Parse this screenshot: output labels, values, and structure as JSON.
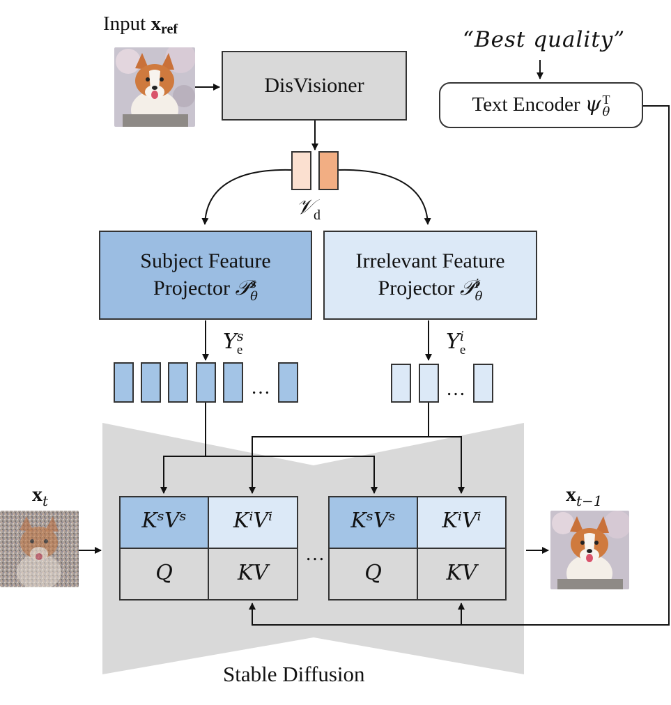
{
  "input_label": "Input ",
  "input_subscript": "ref",
  "input_symbol": "x",
  "disvisioner": "DisVisioner",
  "prompt": "“Best quality”",
  "text_encoder": "Text Encoder ",
  "text_encoder_symbol": "ψ",
  "text_encoder_sub": "θ",
  "text_encoder_sup": "T",
  "v_symbol": "𝒱",
  "v_sub": "d",
  "subject_projector_line1": "Subject Feature",
  "subject_projector_line2": "Projector ",
  "subject_projector_symbol": "𝒫",
  "subject_projector_sub": "θ",
  "subject_projector_sup": "s",
  "irrelevant_projector_line1": "Irrelevant Feature",
  "irrelevant_projector_line2": "Projector ",
  "irrelevant_projector_symbol": "𝒫",
  "irrelevant_projector_sub": "θ",
  "irrelevant_projector_sup": "i",
  "ye_symbol": "Υ",
  "ye_sub": "e",
  "ye_sup_s": "s",
  "ye_sup_i": "i",
  "ellipsis": "…",
  "xt_symbol": "x",
  "xt_sub": "t",
  "xt1_sub": "t−1",
  "attn_ksvs": "KˢVˢ",
  "attn_kivi": "KⁱVⁱ",
  "attn_q": "Q",
  "attn_kv": "KV",
  "stable_diffusion": "Stable Diffusion",
  "colors": {
    "subject_fill": "#a3c4e6",
    "subject_box": "#9bbde2",
    "irrelevant_fill": "#dce9f7",
    "disvisioner_fill": "#d9d9d9",
    "unet_fill": "#d9d9d9",
    "token_light": "#fbe0d0",
    "token_dark": "#f2ae83"
  }
}
